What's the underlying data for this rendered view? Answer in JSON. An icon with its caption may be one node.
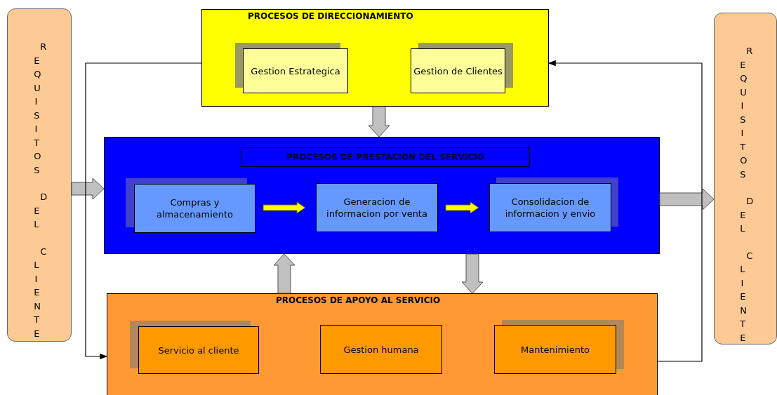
{
  "diagram": {
    "nodes": [
      {
        "text": [
          "REQUISITOS DEL CLIENTE"
        ]
      },
      {
        "text": [
          "PROCESOS DE DIRECCIONAMIENTO"
        ]
      },
      {
        "text": [
          "Gestion Estrategica"
        ],
        "in": 1
      },
      {
        "text": [
          "Gestion de Clientes"
        ],
        "in": 1
      },
      {
        "text": [
          "PROCESOS DE PRESTACION DEL SERVICIO"
        ]
      },
      {
        "text": [
          "Compras y almacenamiento"
        ],
        "in": 4
      },
      {
        "text": [
          "Generacion de informacion por venta"
        ],
        "in": 4
      },
      {
        "text": [
          "Consolidacion de informacion y envio"
        ],
        "in": 4
      },
      {
        "text": [
          "PROCESOS DE APOYO AL SERVICIO"
        ]
      },
      {
        "text": [
          "Servicio al cliente"
        ],
        "in": 8
      },
      {
        "text": [
          "Gestion humana"
        ],
        "in": 8
      },
      {
        "text": [
          "Mantenimiento"
        ],
        "in": 8
      },
      {
        "text": [
          "REQUISITOS DEL CLIENTE"
        ]
      }
    ],
    "edges": [
      {
        "from": 0,
        "to": 4,
        "arrow": "to",
        "style": "thick"
      },
      {
        "from": 1,
        "to": 4,
        "arrow": "to",
        "style": "thick"
      },
      {
        "from": 4,
        "to": 12,
        "arrow": "to",
        "style": "thick"
      },
      {
        "from": 8,
        "to": 4,
        "arrow": "to",
        "style": "thick"
      },
      {
        "from": 4,
        "to": 8,
        "arrow": "to",
        "style": "thick"
      },
      {
        "from": 5,
        "to": 6,
        "arrow": "to",
        "style": "thick",
        "color": "#ffff00"
      },
      {
        "from": 6,
        "to": 7,
        "arrow": "to",
        "style": "thick",
        "color": "#ffff00"
      },
      {
        "from": 1,
        "to": 8,
        "arrow": "to",
        "color": "#000000"
      },
      {
        "from": 8,
        "to": 1,
        "arrow": "to",
        "color": "#000000"
      }
    ]
  }
}
